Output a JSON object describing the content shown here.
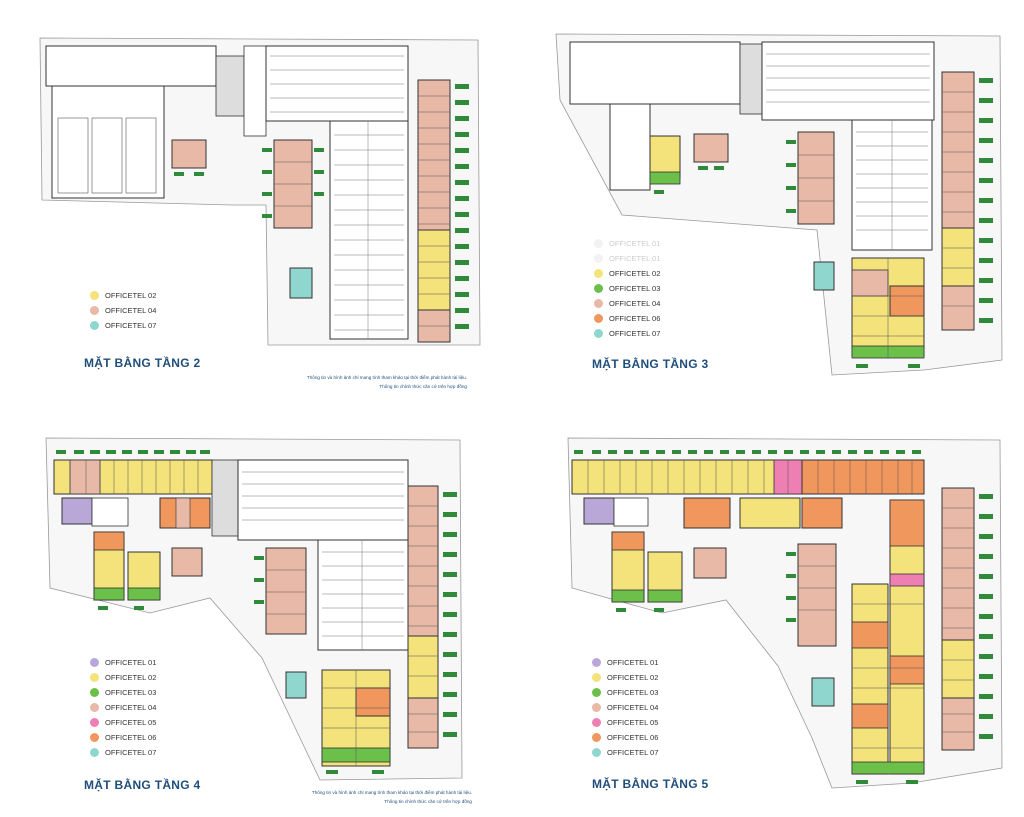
{
  "colors": {
    "officetel_01": "#b9a7d8",
    "officetel_02": "#f4e27a",
    "officetel_03": "#6cc04a",
    "officetel_04": "#e8b9a6",
    "officetel_05": "#ee7fb2",
    "officetel_06": "#f0975e",
    "officetel_07": "#8fd6cf",
    "wall": "#3a3a3a",
    "tag": "#2f8a3a",
    "title": "#1f4e79"
  },
  "disclaimer": {
    "line1": "Thông tin và hình ảnh chỉ mang tính tham khảo tại thời điểm phát hành tài liệu.",
    "line2": "Thông tin chính thức căn cứ trên hợp đồng"
  },
  "panels": [
    {
      "title": "MẶT BẰNG TẦNG 2",
      "legend": [
        {
          "label": "OFFICETEL 02",
          "color_key": "officetel_02"
        },
        {
          "label": "OFFICETEL 04",
          "color_key": "officetel_04"
        },
        {
          "label": "OFFICETEL 07",
          "color_key": "officetel_07"
        }
      ]
    },
    {
      "title": "MẶT BẰNG TẦNG 3",
      "legend_faded": [
        "OFFICETEL 01",
        "OFFICETEL 01"
      ],
      "legend": [
        {
          "label": "OFFICETEL 02",
          "color_key": "officetel_02"
        },
        {
          "label": "OFFICETEL 03",
          "color_key": "officetel_03"
        },
        {
          "label": "OFFICETEL 04",
          "color_key": "officetel_04"
        },
        {
          "label": "OFFICETEL 06",
          "color_key": "officetel_06"
        },
        {
          "label": "OFFICETEL 07",
          "color_key": "officetel_07"
        }
      ]
    },
    {
      "title": "MẶT BẰNG TẦNG 4",
      "legend": [
        {
          "label": "OFFICETEL 01",
          "color_key": "officetel_01"
        },
        {
          "label": "OFFICETEL 02",
          "color_key": "officetel_02"
        },
        {
          "label": "OFFICETEL 03",
          "color_key": "officetel_03"
        },
        {
          "label": "OFFICETEL 04",
          "color_key": "officetel_04"
        },
        {
          "label": "OFFICETEL 05",
          "color_key": "officetel_05"
        },
        {
          "label": "OFFICETEL 06",
          "color_key": "officetel_06"
        },
        {
          "label": "OFFICETEL 07",
          "color_key": "officetel_07"
        }
      ]
    },
    {
      "title": "MẶT BẰNG TẦNG 5",
      "legend": [
        {
          "label": "OFFICETEL 01",
          "color_key": "officetel_01"
        },
        {
          "label": "OFFICETEL 02",
          "color_key": "officetel_02"
        },
        {
          "label": "OFFICETEL 03",
          "color_key": "officetel_03"
        },
        {
          "label": "OFFICETEL 04",
          "color_key": "officetel_04"
        },
        {
          "label": "OFFICETEL 05",
          "color_key": "officetel_05"
        },
        {
          "label": "OFFICETEL 06",
          "color_key": "officetel_06"
        },
        {
          "label": "OFFICETEL 07",
          "color_key": "officetel_07"
        }
      ]
    }
  ]
}
